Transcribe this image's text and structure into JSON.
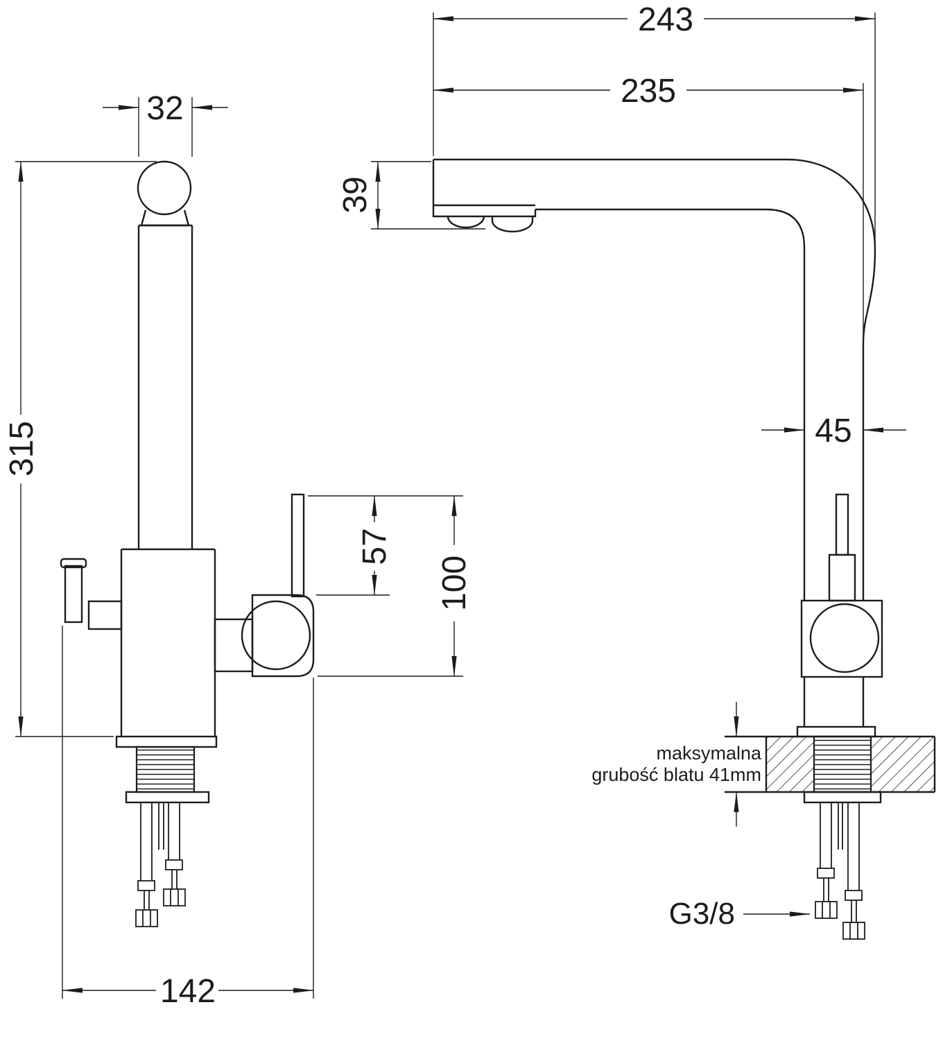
{
  "diagram": {
    "dimensions": {
      "overall_width": "243",
      "spout_reach": "235",
      "spout_height": "39",
      "pipe_width": "32",
      "total_height": "315",
      "body_width": "45",
      "handle_height": "57",
      "handle_assembly_height": "100",
      "base_span": "142"
    },
    "labels": {
      "thread_size": "G3/8",
      "counter_note_line1": "maksymalna",
      "counter_note_line2": "grubość blatu 41mm"
    },
    "colors": {
      "line": "#1c1c1c",
      "background": "#ffffff"
    }
  }
}
